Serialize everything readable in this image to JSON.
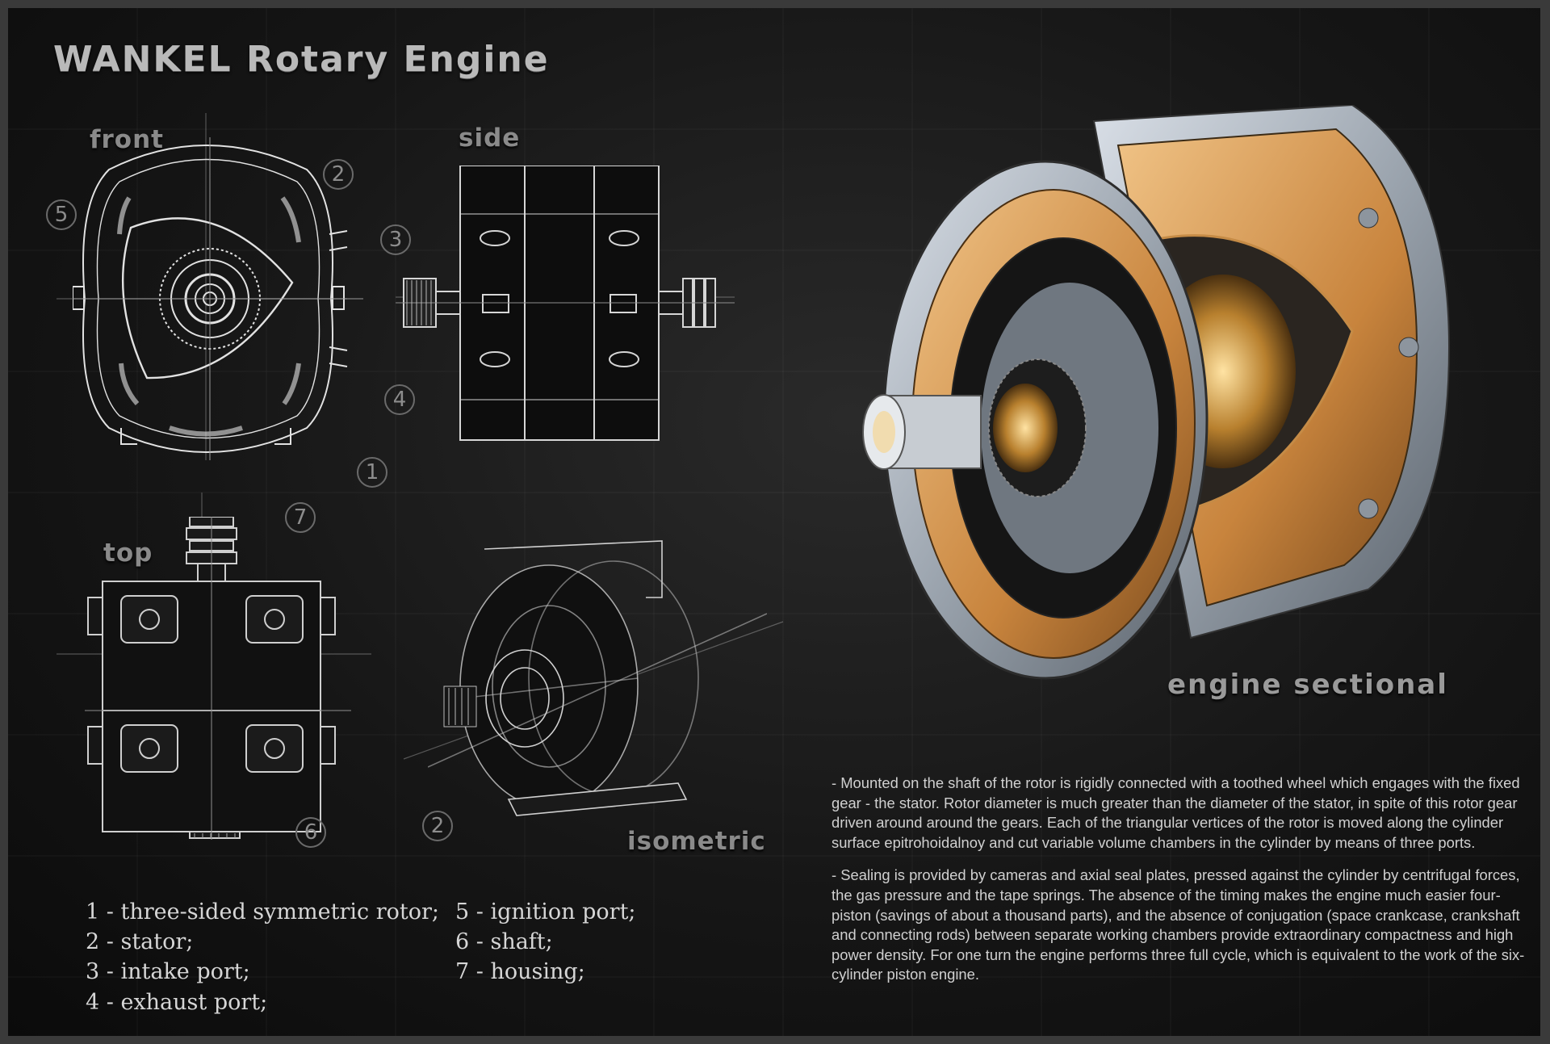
{
  "title": "WANKEL Rotary Engine",
  "views": {
    "front": "front",
    "side": "side",
    "top": "top",
    "isometric": "isometric",
    "sectional": "engine sectional"
  },
  "markers": {
    "rotor": "1",
    "stator": "2",
    "intake": "3",
    "exhaust": "4",
    "ignition": "5",
    "shaft": "6",
    "housing": "7"
  },
  "legend": [
    "1 - three-sided symmetric rotor;",
    "2 - stator;",
    "3 - intake port;",
    "4 - exhaust port;",
    "5 - ignition port;",
    "6 - shaft;",
    "7 - housing;"
  ],
  "description": [
    "- Mounted on the shaft of the rotor is rigidly connected with a toothed wheel which engages with the fixed gear - the stator. Rotor diameter is much greater than the diameter of the stator, in spite of this rotor gear driven around around the gears. Each of the triangular vertices of the rotor is moved along the cylinder surface epitrohoidalnoy and cut variable volume chambers in the cylinder by means of three ports.",
    "- Sealing is provided by cameras and axial seal plates, pressed against the cylinder by centrifugal forces, the gas pressure and the tape springs. The absence of the timing makes the engine much easier four-piston (savings of about a thousand parts), and the absence of conjugation (space crankcase, crankshaft and connecting rods) between separate working chambers provide extraordinary compactness and high power density. For one turn the engine performs three full  cycle, which is equivalent to the work of the six-cylinder piston engine."
  ],
  "colors": {
    "background": "#141414",
    "line": "#d9d9d9",
    "copper": "#d89a52",
    "steel": "#aeb6c0"
  }
}
